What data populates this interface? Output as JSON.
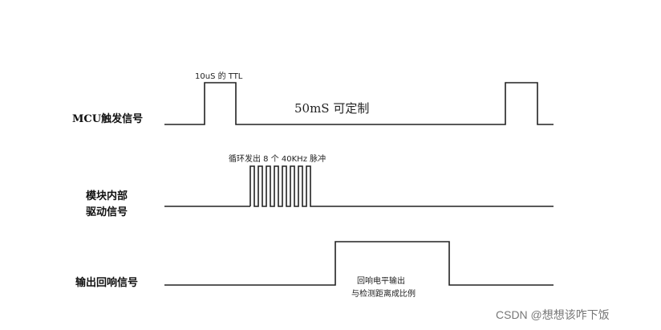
{
  "signals": {
    "mcu_trigger": "MCU触发信号",
    "internal_drive_line1": "模块内部",
    "internal_drive_line2": "驱动信号",
    "echo_output": "输出回响信号"
  },
  "annotations": {
    "pulse_width": "10uS 的 TTL",
    "period": "50mS 可定制",
    "burst": "循环发出 8 个 40KHz 脉冲",
    "echo_line1": "回响电平输出",
    "echo_line2": "与检测距离成比例"
  },
  "burst_pulse_count": 8,
  "watermark": "CSDN @想想该咋下饭"
}
